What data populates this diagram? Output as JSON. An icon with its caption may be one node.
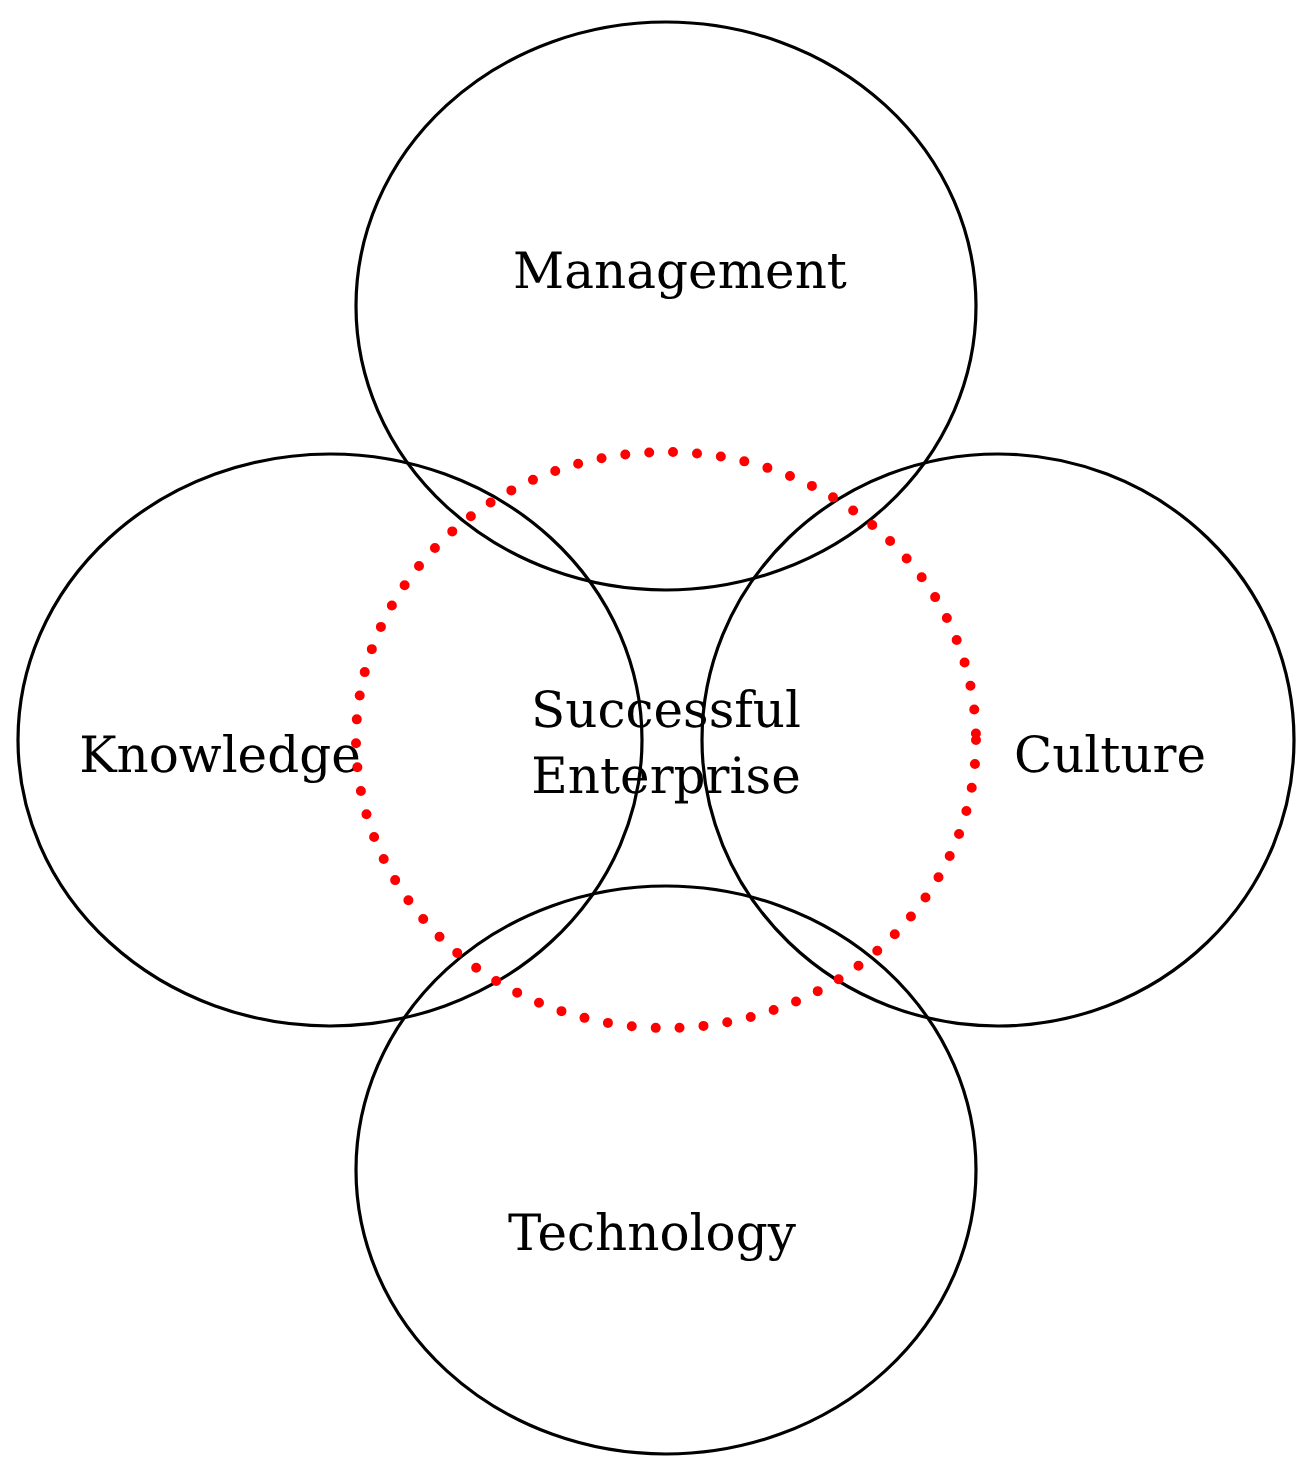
{
  "diagram": {
    "nodes": [
      {
        "text": [
          "Management"
        ]
      },
      {
        "text": [
          "Knowledge"
        ]
      },
      {
        "text": [
          "Culture"
        ]
      },
      {
        "text": [
          "Technology"
        ]
      },
      {
        "text": [
          "Successful Enterprise"
        ]
      }
    ]
  }
}
